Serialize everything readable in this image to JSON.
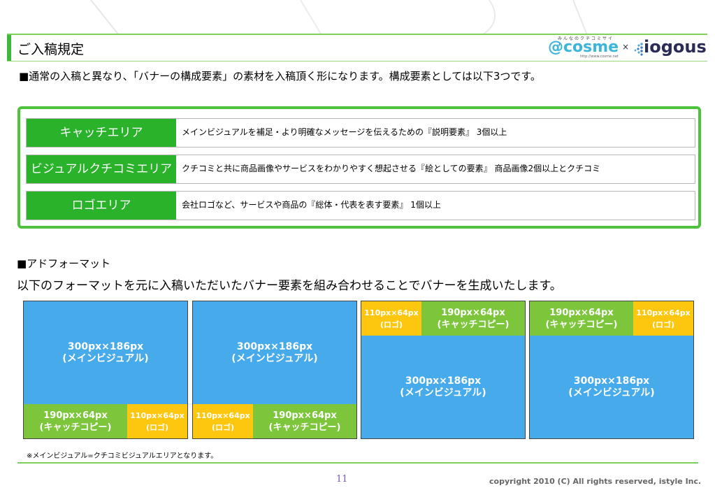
{
  "header": {
    "title": "ご入稿規定"
  },
  "logos": {
    "cosme_tagline": "みんなのクチコミサイト",
    "cosme_name": "@cosme",
    "cosme_url": "http://www.cosme.net",
    "times": "×",
    "iogous_name": "iogous"
  },
  "intro": "■通常の入稿と異なり、「バナーの構成要素」の素材を入稿頂く形になります。構成要素としては以下3つです。",
  "elements": [
    {
      "label": "キャッチエリア",
      "desc": "メインビジュアルを補足・より明確なメッセージを伝えるための『説明要素』 3個以上"
    },
    {
      "label": "ビジュアルクチコミエリア",
      "desc": "クチコミと共に商品画像やサービスをわかりやすく想起させる『絵としての要素』 商品画像2個以上とクチコミ"
    },
    {
      "label": "ロゴエリア",
      "desc": "会社ロゴなど、サービスや商品の『総体・代表を表す要素』 1個以上"
    }
  ],
  "format": {
    "heading": "■アドフォーマット",
    "desc": "以下のフォーマットを元に入稿いただいたバナー要素を組み合わせることでバナーを生成いたします。"
  },
  "banners": {
    "main_size": "300px×186px",
    "main_label": "(メインビジュアル)",
    "catch_size": "190px×64px",
    "catch_label": "(キャッチコピー)",
    "logo_size": "110px×64px",
    "logo_label": "(ロゴ)"
  },
  "note": "※メインビジュアル=クチコミビジュアルエリアとなります。",
  "footer": {
    "page": "11",
    "copyright": "copyright 2010 (C) All rights reserved, istyle Inc."
  },
  "colors": {
    "accent_green": "#2bb22b",
    "banner_blue": "#47aaeb",
    "catch_green": "#7dc63c",
    "logo_yellow": "#fdc70f"
  }
}
